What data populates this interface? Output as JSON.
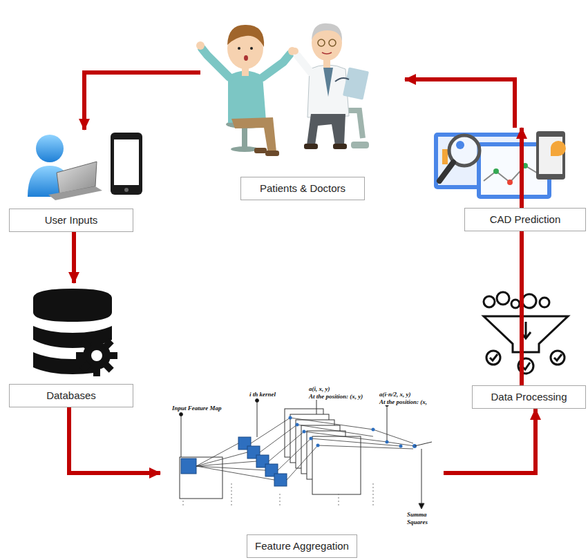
{
  "diagram": {
    "nodes": [
      {
        "text": [
          "Patients & Doctors"
        ]
      },
      {
        "text": [
          "User Inputs"
        ]
      },
      {
        "text": [
          "Databases"
        ]
      },
      {
        "text": [
          "Feature Aggregation"
        ]
      },
      {
        "text": [
          "Data Processing"
        ]
      },
      {
        "text": [
          "CAD Prediction"
        ]
      }
    ],
    "edges": [
      {
        "from": 0,
        "to": 1,
        "arrow": "to"
      },
      {
        "from": 1,
        "to": 2,
        "arrow": "to"
      },
      {
        "from": 2,
        "to": 3,
        "arrow": "to"
      },
      {
        "from": 3,
        "to": 4,
        "arrow": "to"
      },
      {
        "from": 4,
        "to": 5,
        "arrow": "to"
      },
      {
        "from": 5,
        "to": 0,
        "arrow": "to"
      }
    ],
    "labels": [
      "Input Feature Map",
      "i th kernel",
      "a(i, x, y)",
      "At the position: (x, y)",
      "a(i-n/2, x, y)",
      "At the position: (x,",
      "Summa",
      "Squares"
    ]
  }
}
